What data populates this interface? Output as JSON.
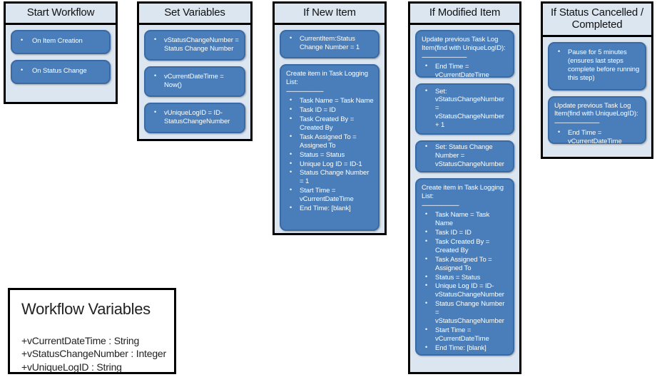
{
  "diagram": {
    "title_font_color": "#111111",
    "panel_bg": "#dce6f1",
    "step_fill": "#4a7ebb",
    "step_border": "#3a6aa4",
    "outline": "#000000",
    "columns": [
      {
        "title": "Start Workflow",
        "steps": [
          {
            "lines": [
              {
                "type": "bullet",
                "text": "On Item Creation"
              }
            ]
          },
          {
            "lines": [
              {
                "type": "bullet",
                "text": "On Status  Change"
              }
            ]
          }
        ]
      },
      {
        "title": "Set Variables",
        "steps": [
          {
            "lines": [
              {
                "type": "bullet",
                "text": "vStatusChangeNumber = Status  Change Number"
              }
            ]
          },
          {
            "lines": [
              {
                "type": "bullet",
                "text": "vCurrentDateTime = Now()"
              }
            ]
          },
          {
            "lines": [
              {
                "type": "bullet",
                "text": "vUniqueLogID = ID-StatusChangeNumber"
              }
            ]
          }
        ]
      },
      {
        "title": "If New Item",
        "steps": [
          {
            "lines": [
              {
                "type": "bullet",
                "text": "CurrentItem:Status Change Number = 1"
              }
            ]
          },
          {
            "lines": [
              {
                "type": "head",
                "text": "Create item in Task Logging List:"
              },
              {
                "type": "rule",
                "text": "------------------------"
              },
              {
                "type": "bullet",
                "text": "Task Name = Task Name"
              },
              {
                "type": "bullet",
                "text": "Task ID = ID"
              },
              {
                "type": "bullet",
                "text": "Task Created By = Created By"
              },
              {
                "type": "bullet",
                "text": "Task Assigned To = Assigned To"
              },
              {
                "type": "bullet",
                "text": "Status  = Status"
              },
              {
                "type": "bullet",
                "text": "Unique Log ID  = ID-1"
              },
              {
                "type": "bullet",
                "text": "Status  Change Number = 1"
              },
              {
                "type": "bullet",
                "text": "Start Time = vCurrentDateTime"
              },
              {
                "type": "bullet",
                "text": "End Time: [blank]"
              }
            ]
          }
        ]
      },
      {
        "title": "If Modified  Item",
        "steps": [
          {
            "lines": [
              {
                "type": "head",
                "text": "Update previous Task Log Item(find with  UniqueLogID):"
              },
              {
                "type": "rule",
                "text": "-----------------------------"
              },
              {
                "type": "bullet",
                "text": "End Time = vCurrentDateTime"
              }
            ]
          },
          {
            "lines": [
              {
                "type": "bullet",
                "text": "Set: vStatusChangeNumber = vStatusChangeNumber + 1"
              }
            ]
          },
          {
            "lines": [
              {
                "type": "bullet",
                "text": "Set: Status  Change Number = vStatusChangeNumber"
              }
            ]
          },
          {
            "lines": [
              {
                "type": "head",
                "text": "Create item in Task Logging List:"
              },
              {
                "type": "rule",
                "text": "------------------------"
              },
              {
                "type": "bullet",
                "text": "Task Name = Task Name"
              },
              {
                "type": "bullet",
                "text": "Task ID = ID"
              },
              {
                "type": "bullet",
                "text": "Task Created By = Created By"
              },
              {
                "type": "bullet",
                "text": "Task Assigned To = Assigned To"
              },
              {
                "type": "bullet",
                "text": "Status  = Status"
              },
              {
                "type": "bullet",
                "text": "Unique Log ID  = ID-vStatusChangeNumber"
              },
              {
                "type": "bullet",
                "text": "Status  Change Number = vStatusChangeNumber"
              },
              {
                "type": "bullet",
                "text": "Start Time = vCurrentDateTime"
              },
              {
                "type": "bullet",
                "text": "End Time: [blank]"
              }
            ]
          }
        ]
      },
      {
        "title": "If Status Cancelled / Completed",
        "steps": [
          {
            "lines": [
              {
                "type": "bullet",
                "text": "Pause for 5 minutes (ensures last steps complete before running this step)"
              }
            ]
          },
          {
            "lines": [
              {
                "type": "head",
                "text": "Update previous Task Log Item(find with  UniqueLogID):"
              },
              {
                "type": "rule",
                "text": "-----------------------------"
              },
              {
                "type": "bullet",
                "text": "End Time = vCurrentDateTime"
              }
            ]
          }
        ]
      }
    ],
    "legend": {
      "title": "Workflow Variables",
      "lines": [
        "+vCurrentDateTime : String",
        "+vStatusChangeNumber : Integer",
        "+vUniqueLogID : String"
      ]
    }
  }
}
